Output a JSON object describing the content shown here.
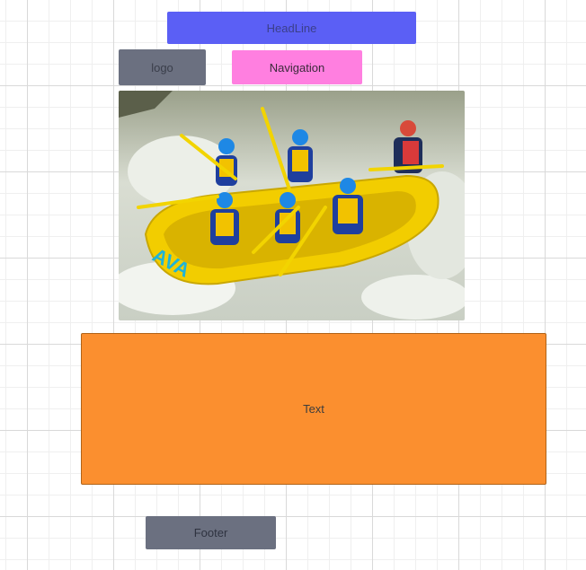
{
  "headline": {
    "label": "HeadLine"
  },
  "logo": {
    "label": "logo"
  },
  "navigation": {
    "label": "Navigation"
  },
  "photo": {
    "raft_brand": "AVA"
  },
  "text_block": {
    "label": "Text"
  },
  "footer": {
    "label": "Footer"
  },
  "colors": {
    "headline": "#5b5ff5",
    "logo": "#6b7080",
    "navigation": "#ff7fe0",
    "text": "#fb8f2f",
    "footer": "#6b7080"
  }
}
